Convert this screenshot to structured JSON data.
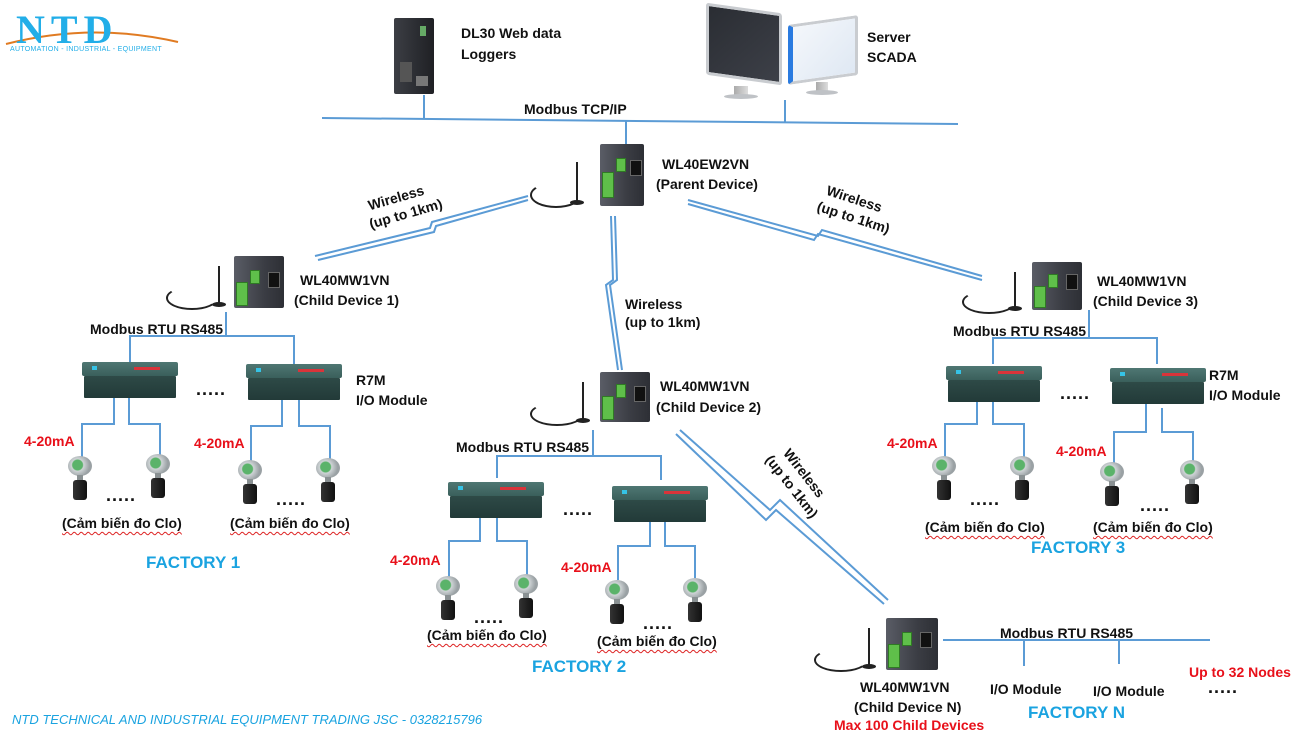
{
  "logo": {
    "brand": "NTD",
    "tagline": "AUTOMATION - INDUSTRIAL - EQUIPMENT"
  },
  "top": {
    "datalogger_label_line1": "DL30 Web data",
    "datalogger_label_line2": "Loggers",
    "server_label_line1": "Server",
    "server_label_line2": "SCADA",
    "bus_label": "Modbus TCP/IP"
  },
  "parent": {
    "model": "WL40EW2VN",
    "role": "(Parent Device)"
  },
  "wireless": {
    "line1": "Wireless",
    "line2": "(up to 1km)"
  },
  "child1": {
    "model": "WL40MW1VN",
    "role": "(Child Device 1)",
    "bus": "Modbus RTU RS485",
    "io_model": "R7M",
    "io_label": "I/O Module",
    "signal_left": "4-20mA",
    "signal_right": "4-20mA",
    "sensor_label": "(Cảm biến đo Clo)",
    "ellipsis": ".....",
    "factory": "FACTORY 1"
  },
  "child2": {
    "model": "WL40MW1VN",
    "role": "(Child Device 2)",
    "bus": "Modbus RTU RS485",
    "signal_left": "4-20mA",
    "signal_right": "4-20mA",
    "sensor_label": "(Cảm biến đo Clo)",
    "ellipsis": ".....",
    "factory": "FACTORY 2"
  },
  "child3": {
    "model": "WL40MW1VN",
    "role": "(Child Device 3)",
    "bus": "Modbus RTU RS485",
    "io_model": "R7M",
    "io_label": "I/O Module",
    "signal_left": "4-20mA",
    "signal_right": "4-20mA",
    "sensor_label": "(Cảm biến đo Clo)",
    "ellipsis": ".....",
    "factory": "FACTORY 3"
  },
  "childN": {
    "model": "WL40MW1VN",
    "role": "(Child Device N)",
    "limit": "Max 100 Child Devices",
    "bus": "Modbus RTU RS485",
    "io_label_1": "I/O Module",
    "io_label_2": "I/O Module",
    "nodes_limit": "Up to 32 Nodes",
    "ellipsis": ".....",
    "factory": "FACTORY N"
  },
  "footer": {
    "company": "NTD TECHNICAL AND INDUSTRIAL EQUIPMENT TRADING JSC - 0328215796"
  },
  "colors": {
    "wire": "#5b9bd5",
    "signal_red": "#e8101a",
    "factory_blue": "#1aa3e0"
  }
}
